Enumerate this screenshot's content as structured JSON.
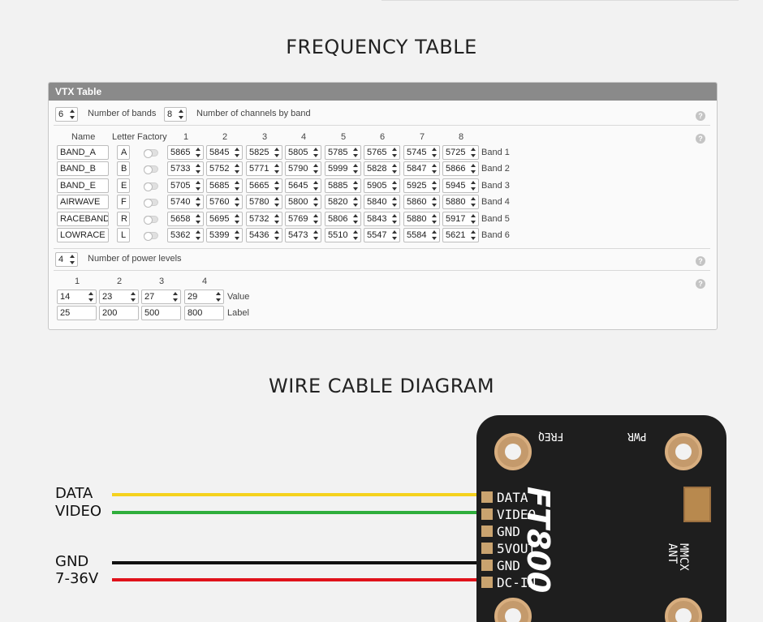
{
  "titles": {
    "frequency": "FREQUENCY TABLE",
    "wire": "WIRE CABLE DIAGRAM"
  },
  "panel": {
    "title": "VTX Table",
    "bands_value": "6",
    "bands_label": "Number of bands",
    "channels_value": "8",
    "channels_label": "Number of channels by band",
    "help": "?",
    "headers": {
      "name": "Name",
      "letter": "Letter",
      "factory": "Factory",
      "channels": [
        "1",
        "2",
        "3",
        "4",
        "5",
        "6",
        "7",
        "8"
      ]
    },
    "bands": [
      {
        "name": "BAND_A",
        "letter": "A",
        "freqs": [
          "5865",
          "5845",
          "5825",
          "5805",
          "5785",
          "5765",
          "5745",
          "5725"
        ],
        "label": "Band 1"
      },
      {
        "name": "BAND_B",
        "letter": "B",
        "freqs": [
          "5733",
          "5752",
          "5771",
          "5790",
          "5999",
          "5828",
          "5847",
          "5866"
        ],
        "label": "Band 2"
      },
      {
        "name": "BAND_E",
        "letter": "E",
        "freqs": [
          "5705",
          "5685",
          "5665",
          "5645",
          "5885",
          "5905",
          "5925",
          "5945"
        ],
        "label": "Band 3"
      },
      {
        "name": "AIRWAVE",
        "letter": "F",
        "freqs": [
          "5740",
          "5760",
          "5780",
          "5800",
          "5820",
          "5840",
          "5860",
          "5880"
        ],
        "label": "Band 4"
      },
      {
        "name": "RACEBAND",
        "letter": "R",
        "freqs": [
          "5658",
          "5695",
          "5732",
          "5769",
          "5806",
          "5843",
          "5880",
          "5917"
        ],
        "label": "Band 5"
      },
      {
        "name": "LOWRACE",
        "letter": "L",
        "freqs": [
          "5362",
          "5399",
          "5436",
          "5473",
          "5510",
          "5547",
          "5584",
          "5621"
        ],
        "label": "Band 6"
      }
    ],
    "power_levels_value": "4",
    "power_levels_label": "Number of power levels",
    "power_headers": [
      "1",
      "2",
      "3",
      "4"
    ],
    "power_values": [
      "14",
      "23",
      "27",
      "29"
    ],
    "power_labels": [
      "25",
      "200",
      "500",
      "800"
    ],
    "value_label": "Value",
    "label_label": "Label"
  },
  "wires": [
    {
      "label": "DATA",
      "color": "#f5d21e"
    },
    {
      "label": "VIDEO",
      "color": "#2fae3c"
    },
    {
      "label": "GND",
      "color": "#111111"
    },
    {
      "label": "7-36V",
      "color": "#e0121b"
    }
  ],
  "board": {
    "pins": [
      "DATA",
      "VIDEO",
      "GND",
      "5VOUT",
      "GND",
      "DC-IN"
    ],
    "freq": "FREQ",
    "pwr": "PWR",
    "logo": "FT800",
    "mmcx": "MMCX",
    "ant": "ANT"
  }
}
